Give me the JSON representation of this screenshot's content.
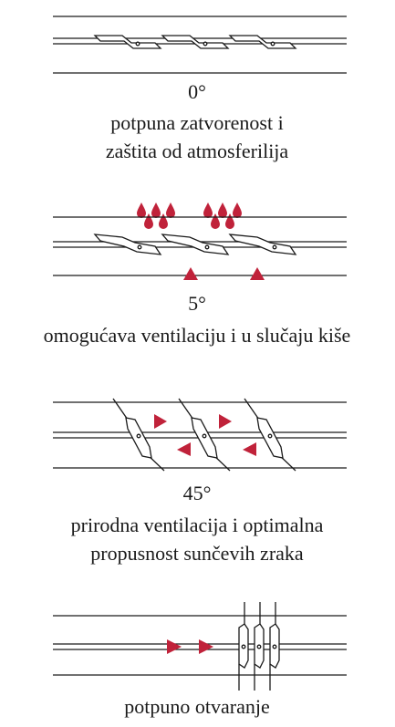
{
  "panels": [
    {
      "angle": "0°",
      "lines": [
        "potpuna zatvorenost i",
        "zaštita od atmosferilija"
      ]
    },
    {
      "angle": "5°",
      "lines": [
        "omogućava ventilaciju i u slučaju kiše"
      ]
    },
    {
      "angle": "45°",
      "lines": [
        "prirodna ventilacija i optimalna",
        "propusnost sunčevih zraka"
      ]
    },
    {
      "angle": "",
      "lines": [
        "potpuno otvaranje"
      ]
    }
  ],
  "icons": [
    "rain-drop-icon",
    "airflow-arrow-icon",
    "louver-blade-icon"
  ],
  "colors": {
    "accent": "#c0223a",
    "line": "#1a1a1a"
  }
}
